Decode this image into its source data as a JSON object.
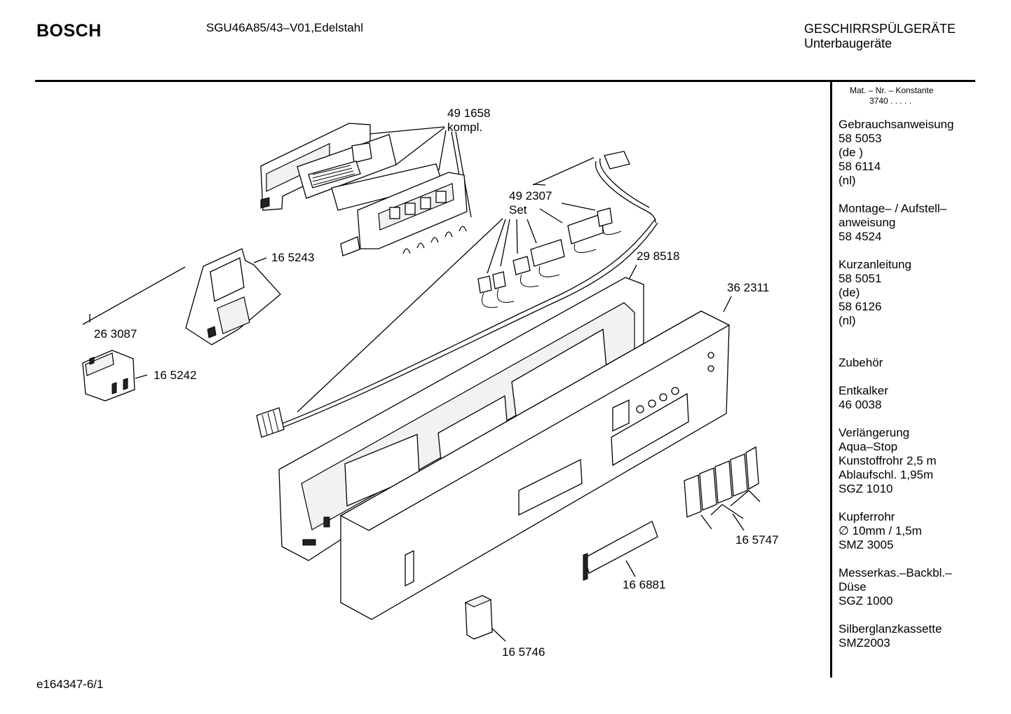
{
  "header": {
    "brand": "BOSCH",
    "model": "SGU46A85/43–V01,Edelstahl",
    "category_line1": "GESCHIRRSPÜLGERÄTE",
    "category_line2": "Unterbaugeräte"
  },
  "sidebar": {
    "mat_line1": "Mat. – Nr. – Konstante",
    "mat_line2": "3740  .  .  .  .  .",
    "groups": [
      [
        "Gebrauchsanweisung",
        "58 5053",
        "(de )",
        "58 6114",
        "(nl)"
      ],
      [
        "Montage– / Aufstell–",
        "anweisung",
        "58 4524"
      ],
      [
        "Kurzanleitung",
        "58 5051",
        "(de)",
        "58 6126",
        "(nl)"
      ],
      [
        "Zubehör"
      ],
      [
        "Entkalker",
        "46 0038"
      ],
      [
        "Verlängerung",
        "Aqua–Stop",
        "Kunstoffrohr 2,5 m",
        "Ablaufschl. 1,95m",
        "SGZ 1010"
      ],
      [
        "Kupferrohr",
        "∅ 10mm / 1,5m",
        "SMZ 3005"
      ],
      [
        "Messerkas.–Backbl.–",
        "Düse",
        "SGZ 1000"
      ],
      [
        "Silberglanzkassette",
        "SMZ2003"
      ]
    ]
  },
  "parts": {
    "p491658": "49 1658",
    "p491658_sub": "kompl.",
    "p492307": "49 2307",
    "p492307_sub": "Set",
    "p165243": "16 5243",
    "p263087": "26 3087",
    "p165242": "16 5242",
    "p298518": "29 8518",
    "p362311": "36 2311",
    "p165747": "16 5747",
    "p166881": "16 6881",
    "p165746": "16 5746"
  },
  "footer": {
    "drawing_id": "e164347-6/1"
  }
}
